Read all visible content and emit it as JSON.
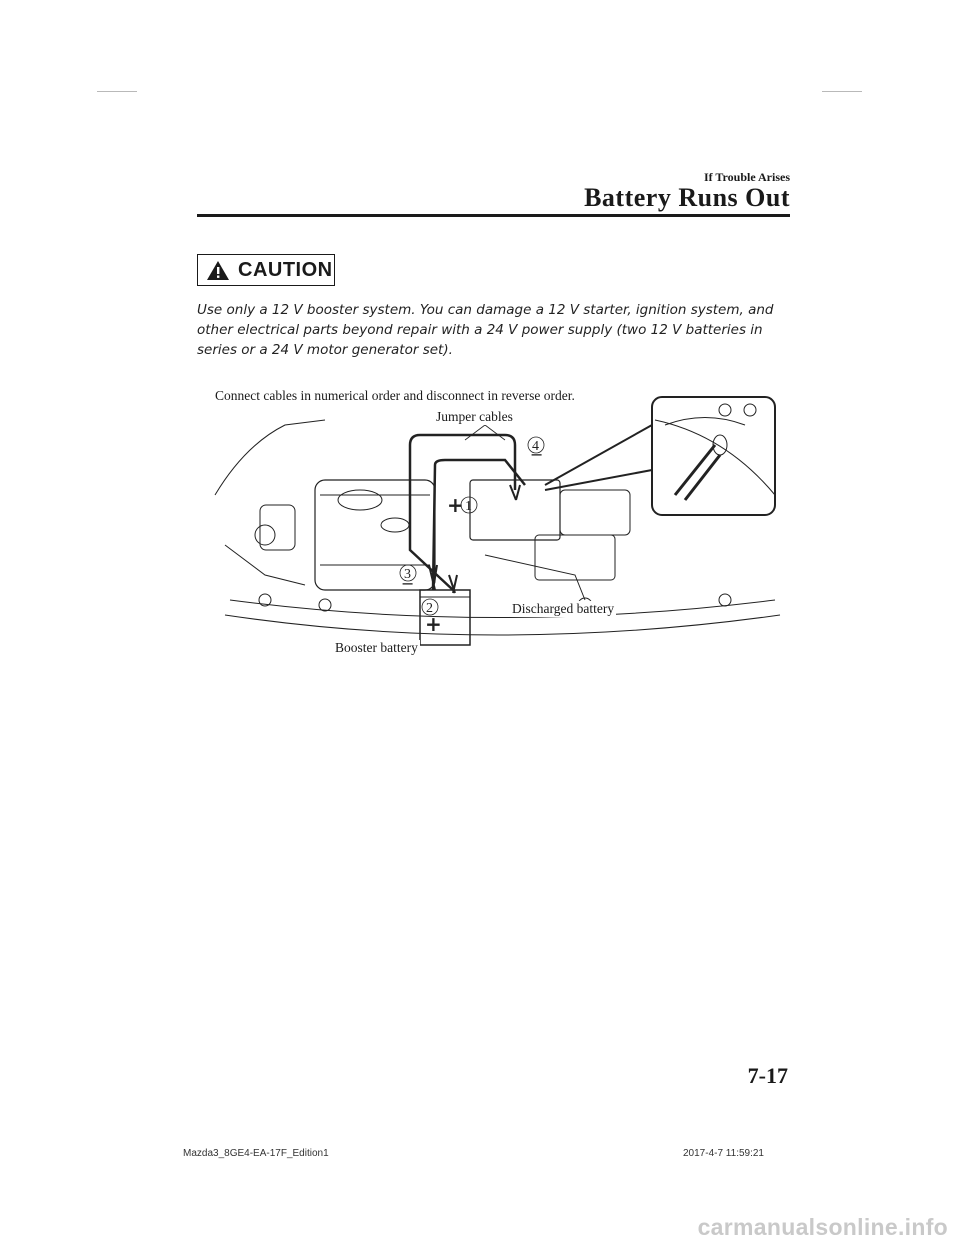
{
  "header": {
    "section": "If Trouble Arises",
    "title": "Battery Runs Out"
  },
  "caution": {
    "label": "CAUTION",
    "text": "Use only a 12 V booster system. You can damage a 12 V starter, ignition system, and other electrical parts beyond repair with a 24 V power supply (two 12 V batteries in series or a 24 V motor generator set)."
  },
  "figure": {
    "caption": "Connect cables in numerical order and disconnect in reverse order.",
    "jumper_cables": "Jumper cables",
    "discharged_battery": "Discharged battery",
    "booster_battery": "Booster battery",
    "markers": [
      "1",
      "2",
      "3",
      "4"
    ],
    "plus_sign": "+",
    "minus_sign": "−"
  },
  "page_number": "7-17",
  "footer": {
    "edition": "Mazda3_8GE4-EA-17F_Edition1",
    "timestamp": "2017-4-7 11:59:21"
  },
  "watermark": "carmanualsonline.info"
}
